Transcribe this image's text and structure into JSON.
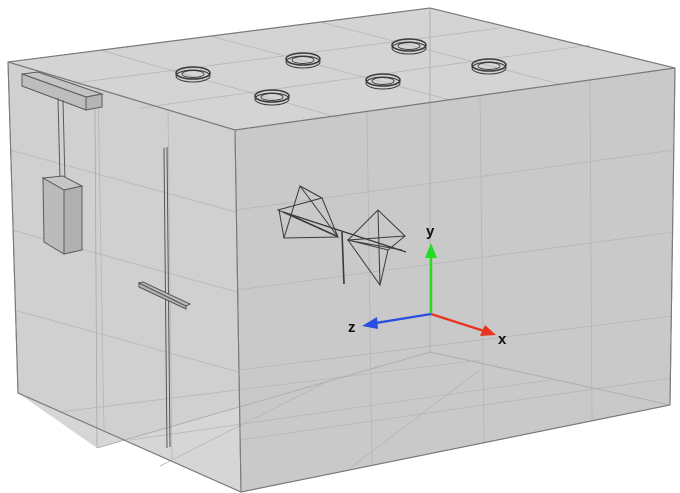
{
  "axes": {
    "x": {
      "label": "x",
      "color": "#e8351f"
    },
    "y": {
      "label": "y",
      "color": "#22dd22"
    },
    "z": {
      "label": "z",
      "color": "#2a4fe0"
    }
  },
  "colors": {
    "background": "#ffffff",
    "box_fill": "#d2d2d2",
    "box_edge": "#7e7e7e",
    "grid_line": "#b8b8b8",
    "object_stroke": "#3a3a3a"
  },
  "objects": {
    "ceiling_rings": 6,
    "icons": [
      "ceiling-ring",
      "ceiling-ring",
      "ceiling-ring",
      "ceiling-ring",
      "ceiling-ring",
      "ceiling-ring",
      "log-periodic-antenna",
      "hanging-probe",
      "vertical-dipole"
    ]
  }
}
